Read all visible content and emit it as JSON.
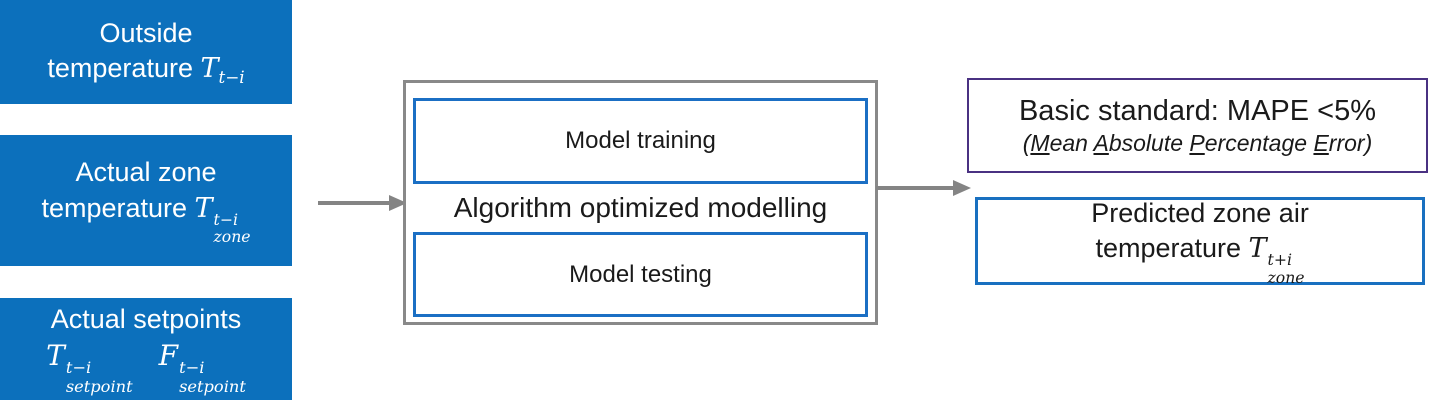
{
  "colors": {
    "input_fill_blue": "#0c70bc",
    "inner_border_blue": "#1b6fc4",
    "predicted_border_blue": "#1870c0",
    "center_border_grey": "#898989",
    "arrow_grey": "#848484",
    "standard_border_purple": "#4a3182",
    "text_black": "#1a1a1a",
    "text_white": "#ffffff"
  },
  "inputs": [
    {
      "line1": "Outside",
      "line2_prefix": "temperature ",
      "math": {
        "base": "T",
        "sub": "t−i"
      }
    },
    {
      "line1": "Actual zone",
      "line2_prefix": "temperature ",
      "math": {
        "base": "T",
        "sup": "t−i",
        "sub": "zone"
      }
    },
    {
      "line1": "Actual setpoints",
      "math1": {
        "base": "T",
        "sup": "t−i",
        "sub": "setpoint"
      },
      "math2": {
        "base": "F",
        "sup": "t−i",
        "sub": "setpoint"
      }
    }
  ],
  "center": {
    "inner_top_label": "Model training",
    "label": "Algorithm optimized modelling",
    "inner_bottom_label": "Model testing"
  },
  "outputs": {
    "standard": {
      "line1": "Basic standard: MAPE <5%",
      "paren_open": "(",
      "seg_u1": "M",
      "seg_t1": "ean ",
      "seg_u2": "A",
      "seg_t2": "bsolute ",
      "seg_u3": "P",
      "seg_t3": "ercentage ",
      "seg_u4": "E",
      "seg_t4": "rror",
      "paren_close": ")"
    },
    "predicted": {
      "line1": "Predicted zone air",
      "line2_prefix": "temperature ",
      "math": {
        "base": "T",
        "sup": "t+i",
        "sub": "zone"
      }
    }
  }
}
